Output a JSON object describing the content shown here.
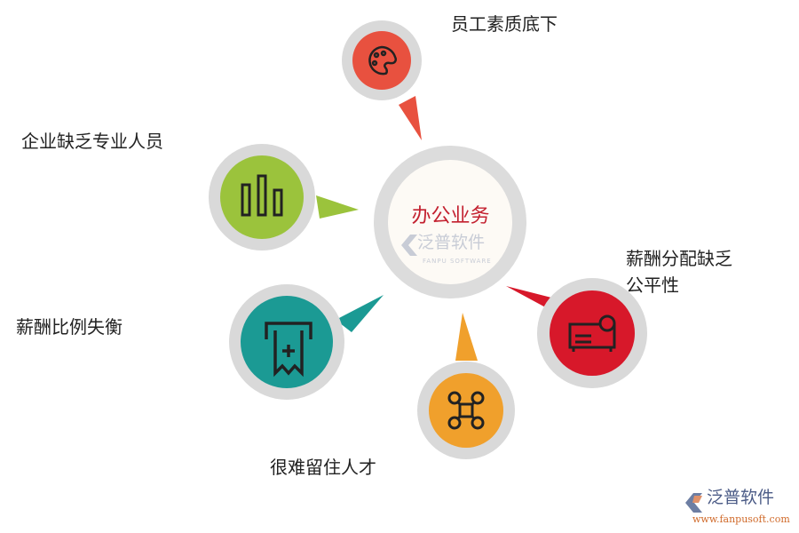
{
  "center": {
    "title": "办公业务",
    "watermark": "泛普软件",
    "watermark_sub": "FANPU SOFTWARE"
  },
  "nodes": [
    {
      "label": "员工素质底下",
      "icon": "palette-icon",
      "color": "#e8513f"
    },
    {
      "label": "企业缺乏专业人员",
      "icon": "bar-chart-icon",
      "color": "#9bc33c"
    },
    {
      "label": "薪酬比例失衡",
      "icon": "receipt-icon",
      "color": "#1b9a94"
    },
    {
      "label": "很难留住人才",
      "icon": "drone-icon",
      "color": "#f0a02c"
    },
    {
      "label_line1": "薪酬分配缺乏",
      "label_line2": "公平性",
      "icon": "projector-icon",
      "color": "#d7182a"
    }
  ],
  "logo": {
    "text": "泛普软件",
    "url": "www.fanpusoft.com"
  }
}
